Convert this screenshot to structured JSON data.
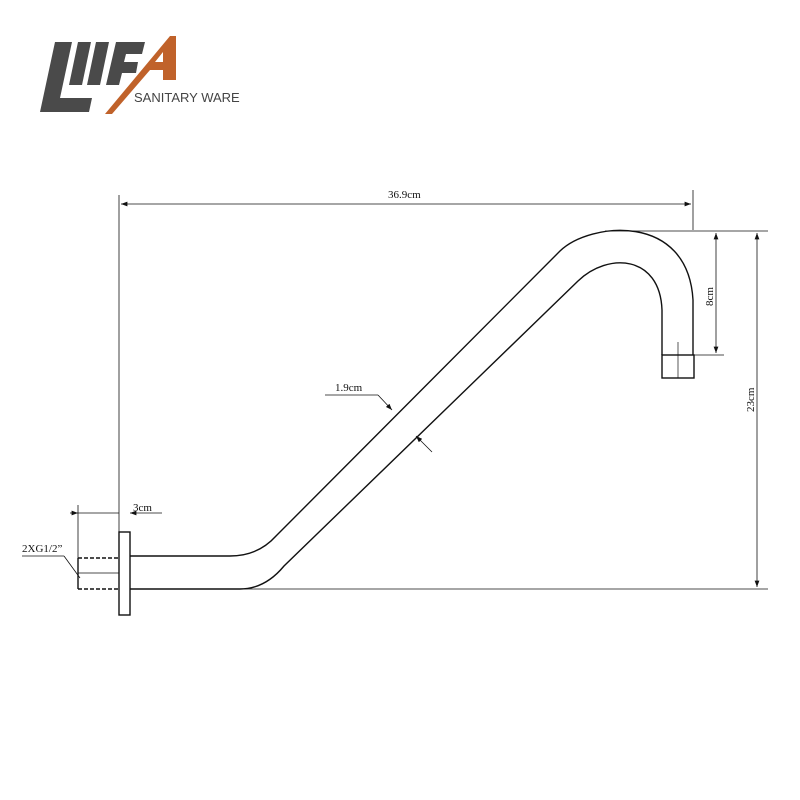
{
  "logo": {
    "brand": "LIFA",
    "subtitle": "SANITARY WARE",
    "colors": {
      "dark": "#4a4a4a",
      "accent": "#c0622a"
    }
  },
  "dimensions": {
    "total_length": "36.9cm",
    "drop_height": "8cm",
    "total_height": "23cm",
    "pipe_diameter": "1.9cm",
    "flange_offset": "3cm",
    "thread": "2XG1/2”"
  }
}
